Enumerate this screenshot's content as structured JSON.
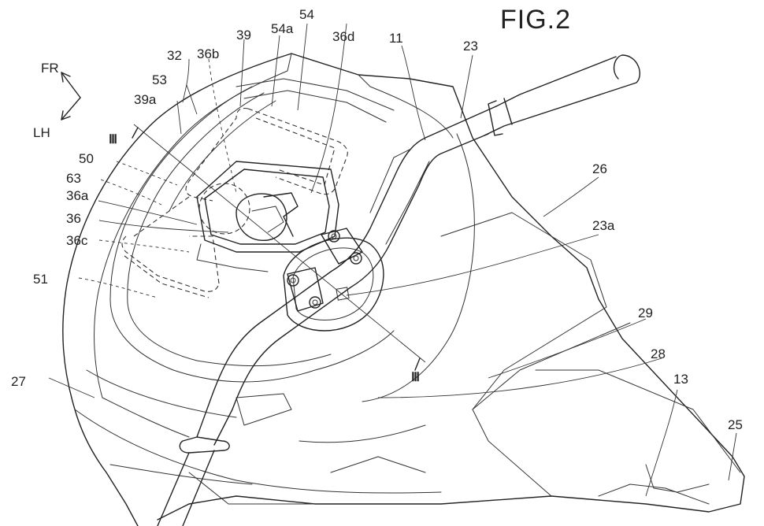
{
  "figure_title": "FIG.2",
  "orientation": {
    "front": "FR",
    "left": "LH"
  },
  "section_marks": [
    "Ⅲ",
    "Ⅲ"
  ],
  "labels": [
    {
      "key": "l11",
      "text": "11"
    },
    {
      "key": "l13",
      "text": "13"
    },
    {
      "key": "l23",
      "text": "23"
    },
    {
      "key": "l23a",
      "text": "23a"
    },
    {
      "key": "l25",
      "text": "25"
    },
    {
      "key": "l26",
      "text": "26"
    },
    {
      "key": "l27",
      "text": "27"
    },
    {
      "key": "l28",
      "text": "28"
    },
    {
      "key": "l29",
      "text": "29"
    },
    {
      "key": "l32",
      "text": "32"
    },
    {
      "key": "l36",
      "text": "36"
    },
    {
      "key": "l36a",
      "text": "36a"
    },
    {
      "key": "l36b",
      "text": "36b"
    },
    {
      "key": "l36c",
      "text": "36c"
    },
    {
      "key": "l36d",
      "text": "36d"
    },
    {
      "key": "l39",
      "text": "39"
    },
    {
      "key": "l39a",
      "text": "39a"
    },
    {
      "key": "l50",
      "text": "50"
    },
    {
      "key": "l51",
      "text": "51"
    },
    {
      "key": "l53",
      "text": "53"
    },
    {
      "key": "l54",
      "text": "54"
    },
    {
      "key": "l54a",
      "text": "54a"
    },
    {
      "key": "l63",
      "text": "63"
    }
  ]
}
